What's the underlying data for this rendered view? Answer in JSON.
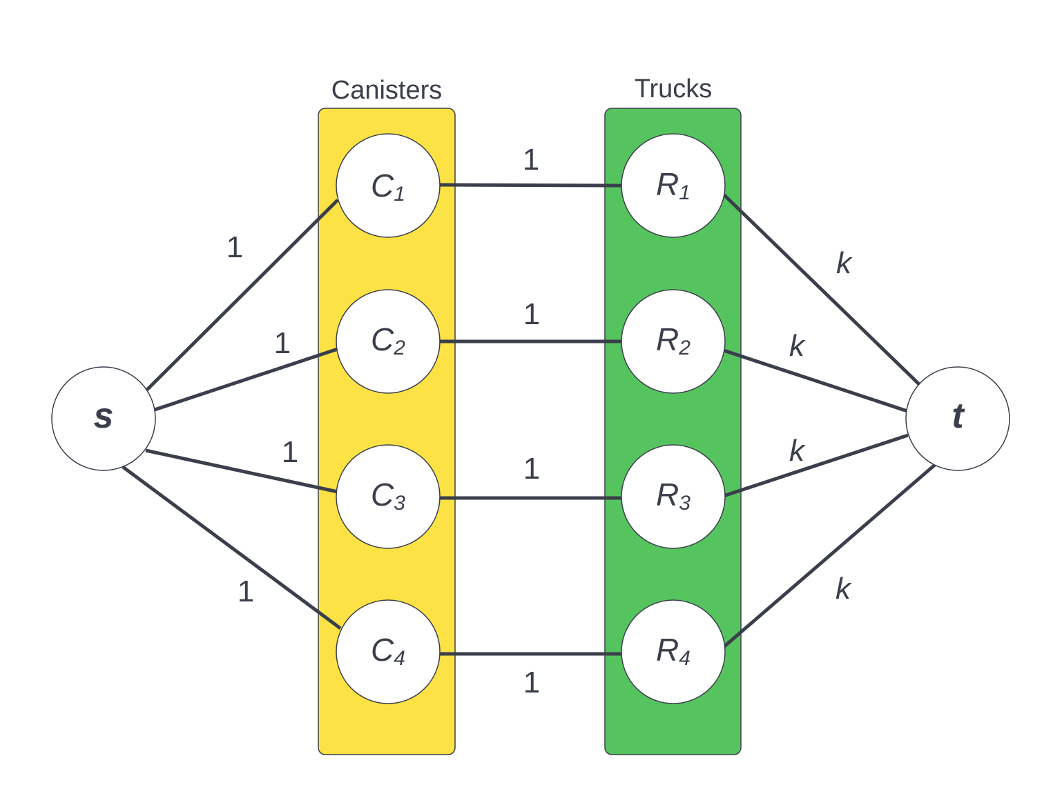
{
  "groups": {
    "canisters": {
      "title": "Canisters",
      "color": "#fde245"
    },
    "trucks": {
      "title": "Trucks",
      "color": "#56c45e"
    }
  },
  "nodes": {
    "source": "s",
    "sink": "t",
    "canisters": [
      {
        "letter": "C",
        "index": "1"
      },
      {
        "letter": "C",
        "index": "2"
      },
      {
        "letter": "C",
        "index": "3"
      },
      {
        "letter": "C",
        "index": "4"
      }
    ],
    "trucks": [
      {
        "letter": "R",
        "index": "1"
      },
      {
        "letter": "R",
        "index": "2"
      },
      {
        "letter": "R",
        "index": "3"
      },
      {
        "letter": "R",
        "index": "4"
      }
    ]
  },
  "capacities": {
    "source_to_canister": [
      "1",
      "1",
      "1",
      "1"
    ],
    "canister_to_truck": [
      "1",
      "1",
      "1",
      "1"
    ],
    "truck_to_sink": [
      "k",
      "k",
      "k",
      "k"
    ]
  },
  "colors": {
    "stroke": "#3a3f4b",
    "node_fill": "#ffffff"
  }
}
